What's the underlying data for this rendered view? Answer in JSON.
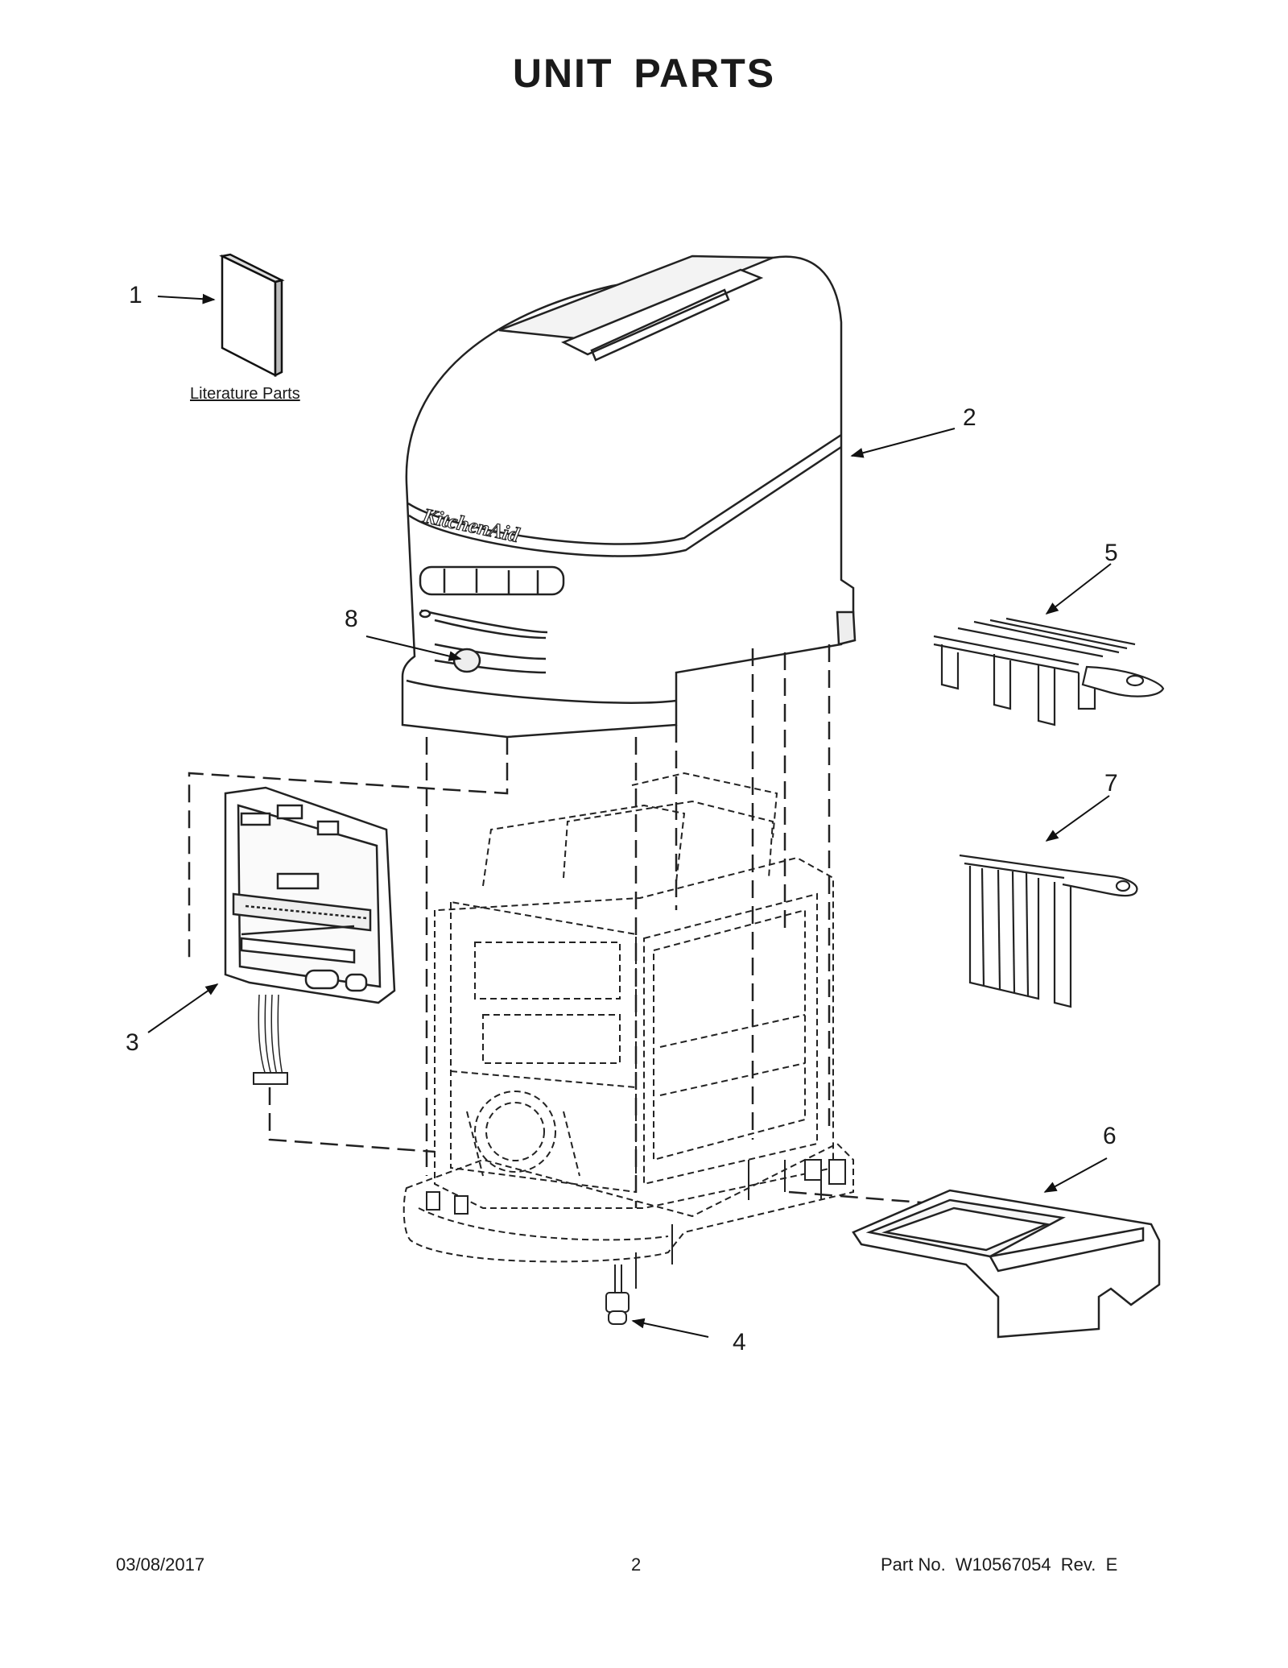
{
  "title": "UNIT  PARTS",
  "literature_label": "Literature Parts",
  "brand_text": "KitchenAid",
  "callouts": {
    "c1": "1",
    "c2": "2",
    "c3": "3",
    "c4": "4",
    "c5": "5",
    "c6": "6",
    "c7": "7",
    "c8": "8"
  },
  "footer": {
    "date": "03/08/2017",
    "page": "2",
    "part_no": "Part No.  W10567054  Rev.  E"
  }
}
